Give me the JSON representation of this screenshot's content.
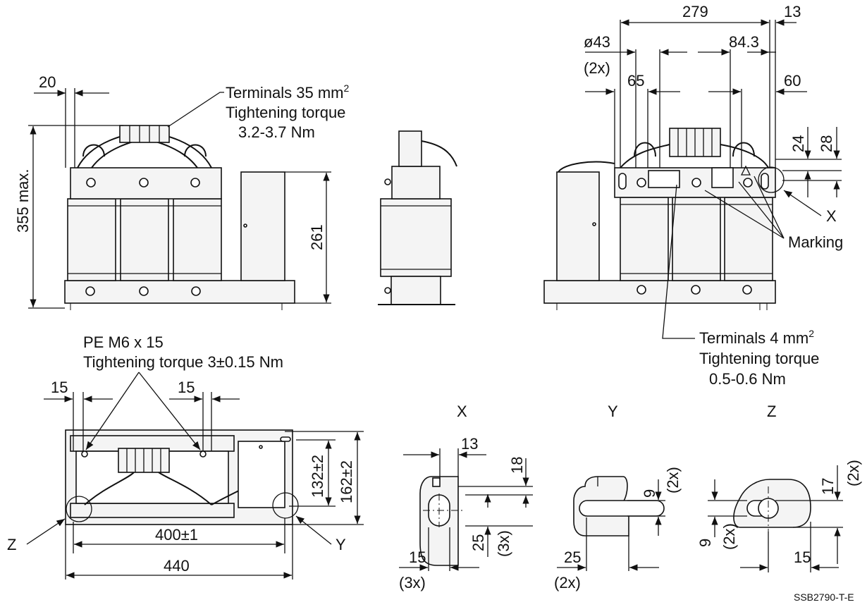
{
  "front_view": {
    "dim_20": "20",
    "dim_355": "355 max.",
    "dim_261": "261",
    "terminals_label_1": "Terminals 35 mm",
    "terminals_label_1_sup": "2",
    "terminals_label_2": "Tightening torque",
    "terminals_label_3": "3.2-3.7 Nm"
  },
  "rear_view": {
    "dim_279": "279",
    "dim_13": "13",
    "dim_43": "ø43",
    "dim_43_count": "(2x)",
    "dim_84": "84.3",
    "dim_65": "65",
    "dim_60": "60",
    "dim_24": "24",
    "dim_28": "28",
    "callout_x": "X",
    "marking": "Marking",
    "terminals_label_1": "Terminals 4 mm",
    "terminals_label_1_sup": "2",
    "terminals_label_2": "Tightening torque",
    "terminals_label_3": "0.5-0.6 Nm"
  },
  "top_view": {
    "pe_label_1": "PE M6 x 15",
    "pe_label_2": "Tightening torque 3±0.15 Nm",
    "dim_15_left": "15",
    "dim_15_right": "15",
    "dim_132": "132±2",
    "dim_162": "162±2",
    "dim_400": "400±1",
    "dim_440": "440",
    "callout_z": "Z",
    "callout_y": "Y"
  },
  "detail_x": {
    "title": "X",
    "dim_13": "13",
    "dim_18": "18",
    "dim_25": "25",
    "dim_25_count": "(3x)",
    "dim_15": "15",
    "dim_15_count": "(3x)"
  },
  "detail_y": {
    "title": "Y",
    "dim_9": "9",
    "dim_9_count": "(2x)",
    "dim_25": "25",
    "dim_25_count": "(2x)"
  },
  "detail_z": {
    "title": "Z",
    "dim_17": "17",
    "dim_17_count": "(2x)",
    "dim_9": "9",
    "dim_9_count": "(2x)",
    "dim_15": "15"
  },
  "drawing_id": "SSB2790-T-E"
}
